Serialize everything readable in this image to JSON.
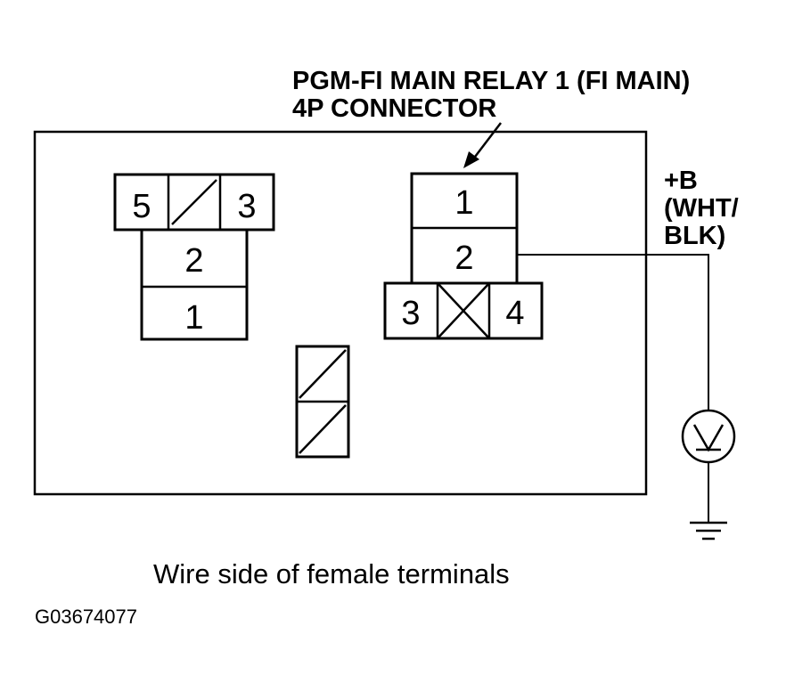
{
  "title": {
    "line1": "PGM-FI MAIN RELAY 1 (FI MAIN)",
    "line2": "4P CONNECTOR"
  },
  "power_label": {
    "line1": "+B",
    "line2": "(WHT/",
    "line3": "BLK)"
  },
  "left_connector": {
    "top_row": [
      "5",
      "3"
    ],
    "middle": "2",
    "bottom": "1"
  },
  "right_connector": {
    "top": "1",
    "middle": "2",
    "bottom_row": [
      "3",
      "4"
    ]
  },
  "meter_symbol": "V",
  "caption": "Wire side of female terminals",
  "figure_code": "G03674077",
  "icons": [
    "voltmeter-icon",
    "ground-icon",
    "arrow-icon"
  ]
}
